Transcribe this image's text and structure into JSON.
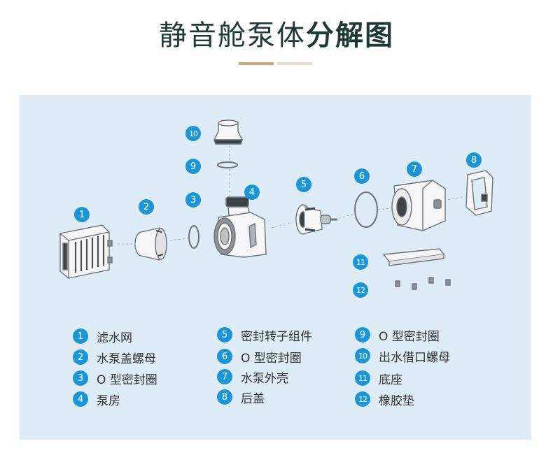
{
  "title": {
    "light": "静音舱泵体",
    "bold": "分解图"
  },
  "accent_color": "#1a96d8",
  "callouts": [
    "1",
    "2",
    "3",
    "4",
    "5",
    "6",
    "7",
    "8",
    "9",
    "10",
    "11",
    "12"
  ],
  "legend": [
    {
      "num": "1",
      "label": "滤水网"
    },
    {
      "num": "2",
      "label": "水泵盖螺母"
    },
    {
      "num": "3",
      "label": "O 型密封圈"
    },
    {
      "num": "4",
      "label": "泵房"
    },
    {
      "num": "5",
      "label": "密封转子组件"
    },
    {
      "num": "6",
      "label": "O 型密封圈"
    },
    {
      "num": "7",
      "label": "水泵外壳"
    },
    {
      "num": "8",
      "label": "后盖"
    },
    {
      "num": "9",
      "label": "O 型密封圈"
    },
    {
      "num": "10",
      "label": "出水借口螺母"
    },
    {
      "num": "11",
      "label": "底座"
    },
    {
      "num": "12",
      "label": "橡胶垫"
    }
  ]
}
